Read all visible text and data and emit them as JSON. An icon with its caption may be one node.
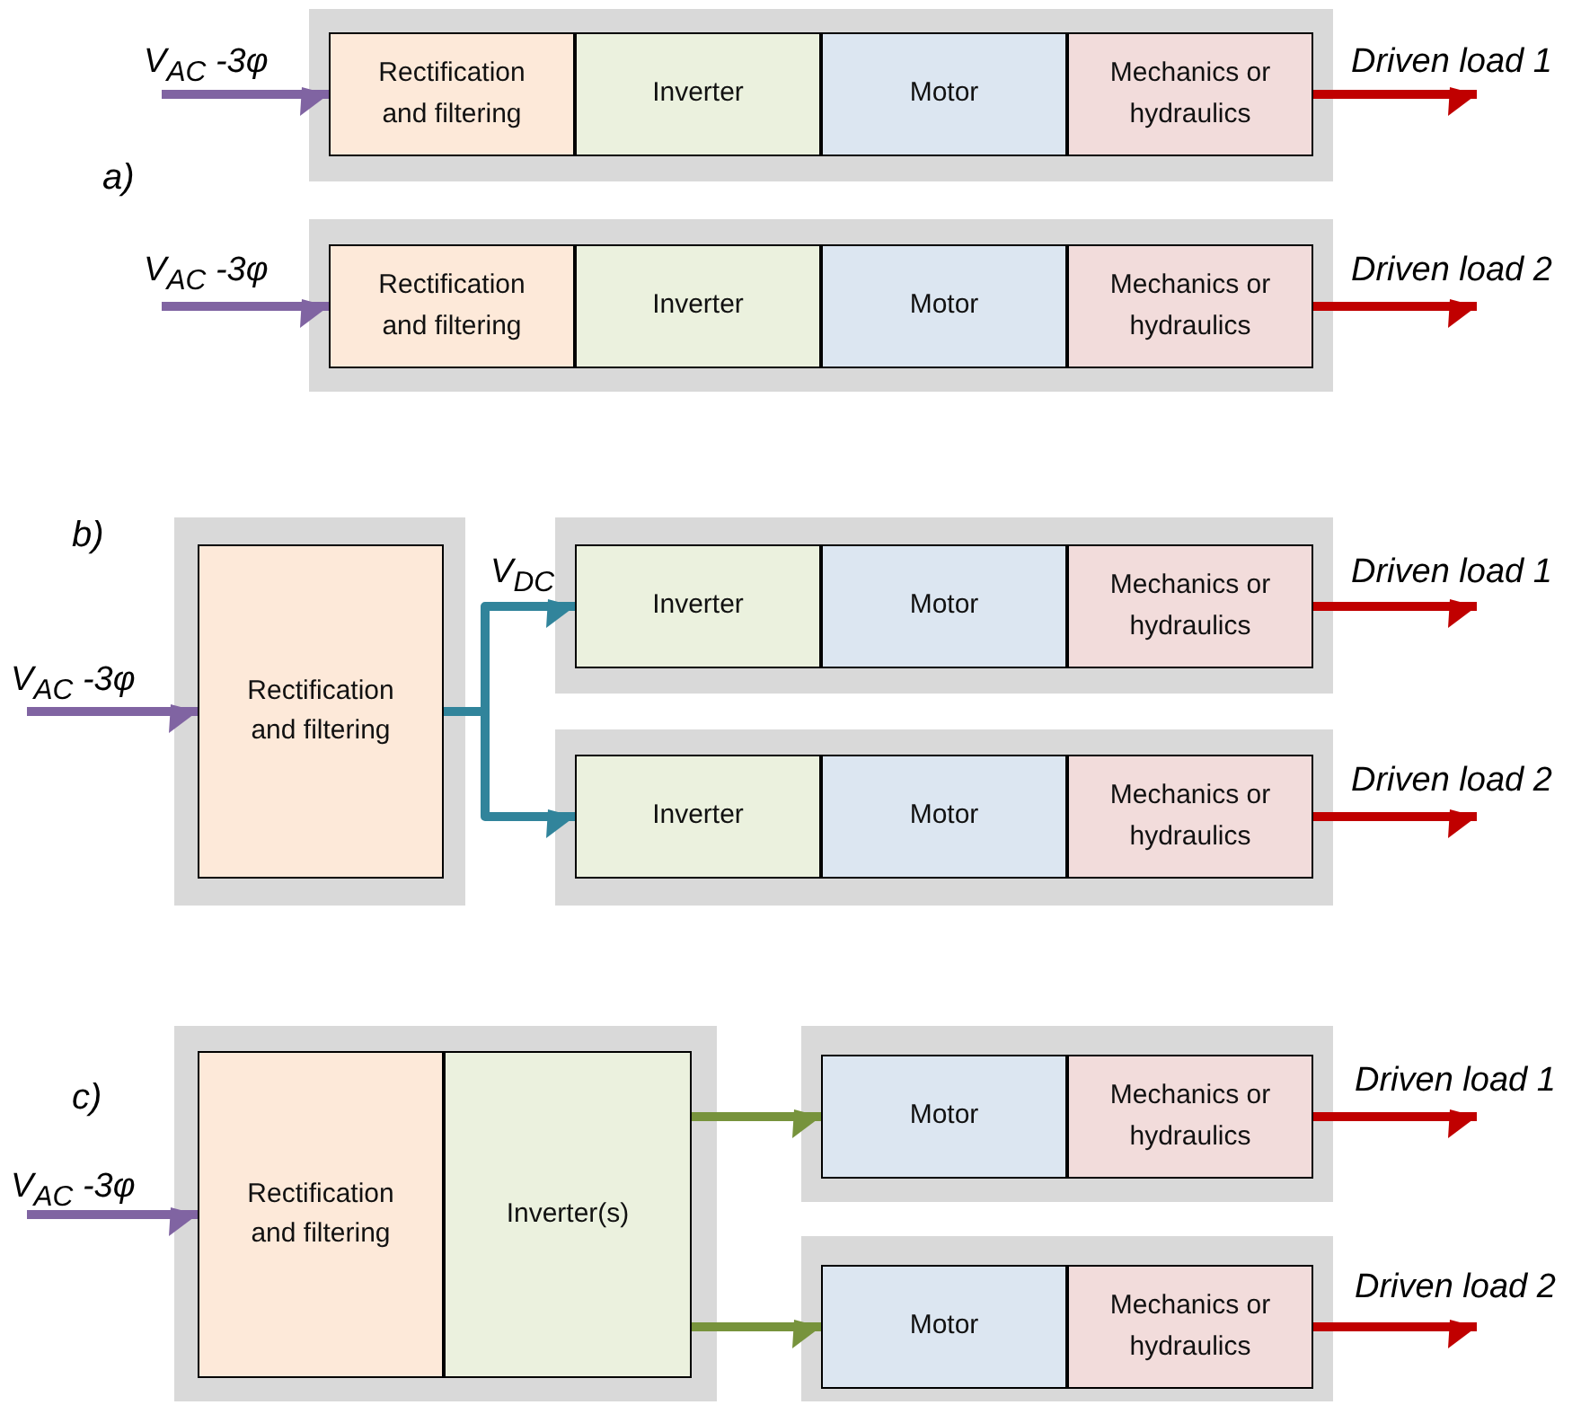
{
  "diagram": {
    "nodes": [
      {
        "text": [],
        "shape": "box"
      },
      {
        "text": [
          "Rectification and filtering"
        ],
        "in": 0
      },
      {
        "text": [
          "Inverter"
        ],
        "in": 0
      },
      {
        "text": [
          "Motor"
        ],
        "in": 0
      },
      {
        "text": [
          "Mechanics or hydraulics"
        ],
        "in": 0
      },
      {
        "text": [],
        "shape": "box"
      },
      {
        "text": [
          "Rectification and filtering"
        ],
        "in": 5
      },
      {
        "text": [
          "Inverter"
        ],
        "in": 5
      },
      {
        "text": [
          "Motor"
        ],
        "in": 5
      },
      {
        "text": [
          "Mechanics or hydraulics"
        ],
        "in": 5
      },
      {
        "text": [],
        "shape": "box"
      },
      {
        "text": [
          "Rectification and filtering"
        ],
        "in": 10
      },
      {
        "text": [],
        "shape": "box"
      },
      {
        "text": [
          "Inverter"
        ],
        "in": 12
      },
      {
        "text": [
          "Motor"
        ],
        "in": 12
      },
      {
        "text": [
          "Mechanics or hydraulics"
        ],
        "in": 12
      },
      {
        "text": [],
        "shape": "box"
      },
      {
        "text": [
          "Inverter"
        ],
        "in": 16
      },
      {
        "text": [
          "Motor"
        ],
        "in": 16
      },
      {
        "text": [
          "Mechanics or hydraulics"
        ],
        "in": 16
      },
      {
        "text": [],
        "shape": "box"
      },
      {
        "text": [
          "Rectification and filtering"
        ],
        "in": 20
      },
      {
        "text": [
          "Inverter(s)"
        ],
        "in": 20
      },
      {
        "text": [],
        "shape": "box"
      },
      {
        "text": [
          "Motor"
        ],
        "in": 23
      },
      {
        "text": [
          "Mechanics or hydraulics"
        ],
        "in": 23
      },
      {
        "text": [],
        "shape": "box"
      },
      {
        "text": [
          "Motor"
        ],
        "in": 26
      },
      {
        "text": [
          "Mechanics or hydraulics"
        ],
        "in": 26
      }
    ],
    "edges": [
      {
        "from": null,
        "to": 1,
        "arrow": "to",
        "label": "V$_{AC}$ -3φ",
        "color": "#8064a2"
      },
      {
        "from": 4,
        "to": null,
        "arrow": "to",
        "label": "Driven load 1"
      },
      {
        "from": null,
        "to": 6,
        "arrow": "to",
        "label": "V$_{AC}$ -3φ",
        "color": "#8064a2"
      },
      {
        "from": 9,
        "to": null,
        "arrow": "to",
        "label": "Driven load 2"
      },
      {
        "from": null,
        "to": 11,
        "arrow": "to",
        "label": "V$_{AC}$ -3φ",
        "color": "#8064a2"
      },
      {
        "from": 11,
        "to": 13,
        "arrow": "to",
        "label": "V$_{DC}$",
        "color": "#31849b"
      },
      {
        "from": 11,
        "to": 17,
        "arrow": "to",
        "color": "#31849b"
      },
      {
        "from": 15,
        "to": null,
        "arrow": "to",
        "label": "Driven load 1"
      },
      {
        "from": 19,
        "to": null,
        "arrow": "to",
        "label": "Driven load 2"
      },
      {
        "from": null,
        "to": 21,
        "arrow": "to",
        "label": "V$_{AC}$ -3φ",
        "color": "#8064a2"
      },
      {
        "from": 22,
        "to": 24,
        "arrow": "to",
        "color": "#77933c"
      },
      {
        "from": 22,
        "to": 27,
        "arrow": "to",
        "color": "#77933c"
      },
      {
        "from": 25,
        "to": null,
        "arrow": "to",
        "label": "Driven load 1"
      },
      {
        "from": 28,
        "to": null,
        "arrow": "to",
        "label": "Driven load 2"
      }
    ],
    "labels": [
      "a)",
      "b)",
      "c)"
    ]
  }
}
